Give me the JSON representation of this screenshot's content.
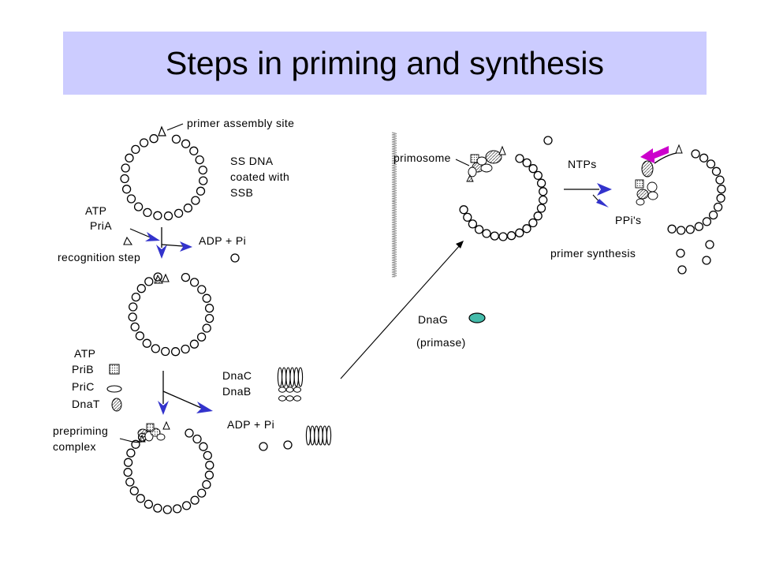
{
  "title": "Steps in priming and synthesis",
  "colors": {
    "title_bg": "#ccccff",
    "arrow_blue": "#3333cc",
    "arrow_magenta": "#cc00cc",
    "primase_fill": "#44bbaa",
    "dnaT_fill": "#9999cc",
    "membrane": "#888888"
  },
  "labels": {
    "primer_assembly_site": "primer assembly site",
    "ss_dna_1": "SS DNA",
    "ss_dna_2": "coated with",
    "ss_dna_3": "SSB",
    "atp_1": "ATP",
    "pria": "PriA",
    "adp_pi_1": "ADP + Pi",
    "recognition_step": "recognition step",
    "atp_2": "ATP",
    "prib": "PriB",
    "pric": "PriC",
    "dnat": "DnaT",
    "dnac": "DnaC",
    "dnab": "DnaB",
    "adp_pi_2": "ADP + Pi",
    "prepriming_1": "prepriming",
    "prepriming_2": "complex",
    "dnag": "DnaG",
    "primase": "(primase)",
    "primosome": "primosome",
    "ntps": "NTPs",
    "ppis": "PPi's",
    "primer_synthesis": "primer synthesis"
  }
}
